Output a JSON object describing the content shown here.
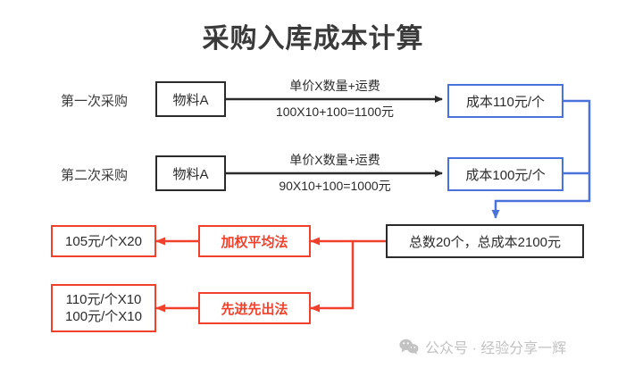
{
  "title": "采购入库成本计算",
  "colors": {
    "black": "#2b2b2b",
    "blue": "#4a72db",
    "red": "#f1412c",
    "watermark_gray": "#c2c2c2",
    "background": "#ffffff"
  },
  "rows": [
    {
      "label": "第一次采购",
      "source_box": "物料A",
      "edge_label_top": "单价X数量+运费",
      "edge_label_bottom": "100X10+100=1100元",
      "result_box": "成本110元/个"
    },
    {
      "label": "第二次采购",
      "source_box": "物料A",
      "edge_label_top": "单价X数量+运费",
      "edge_label_bottom": "90X10+100=1000元",
      "result_box": "成本100元/个"
    }
  ],
  "total_box": "总数20个，总成本2100元",
  "methods": [
    {
      "name": "加权平均法",
      "result_line1": "105元/个X20",
      "result_line2": ""
    },
    {
      "name": "先进先出法",
      "result_line1": "110元/个X10",
      "result_line2": "100元/个X10"
    }
  ],
  "watermark": {
    "icon": "wechat-icon",
    "text": "公众号 · 经验分享一辉"
  }
}
